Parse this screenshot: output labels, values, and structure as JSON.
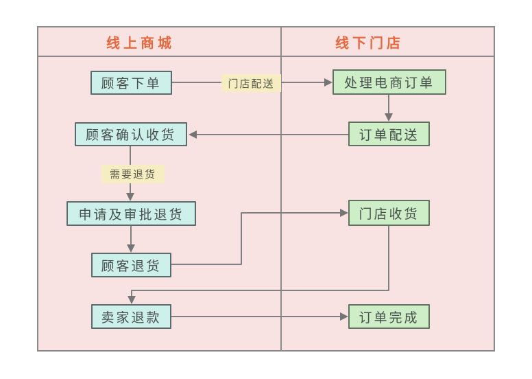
{
  "diagram": {
    "type": "flowchart",
    "lanes": [
      {
        "id": "online-mall",
        "label": "线上商城"
      },
      {
        "id": "offline-store",
        "label": "线下门店"
      }
    ],
    "nodes": {
      "place_order": {
        "label": "顾客下单",
        "lane": "线上商城"
      },
      "confirm_receipt": {
        "label": "顾客确认收货",
        "lane": "线上商城"
      },
      "apply_return": {
        "label": "申请及审批退货",
        "lane": "线上商城"
      },
      "customer_return": {
        "label": "顾客退货",
        "lane": "线上商城"
      },
      "seller_refund": {
        "label": "卖家退款",
        "lane": "线上商城"
      },
      "process_ecom_order": {
        "label": "处理电商订单",
        "lane": "线下门店"
      },
      "order_delivery": {
        "label": "订单配送",
        "lane": "线下门店"
      },
      "store_receive": {
        "label": "门店收货",
        "lane": "线下门店"
      },
      "order_complete": {
        "label": "订单完成",
        "lane": "线下门店"
      }
    },
    "edge_labels": {
      "store_delivery": {
        "label": "门店配送"
      },
      "need_return": {
        "label": "需要退货"
      }
    },
    "edges": [
      {
        "from": "顾客下单",
        "to": "处理电商订单",
        "label": "门店配送"
      },
      {
        "from": "处理电商订单",
        "to": "订单配送"
      },
      {
        "from": "订单配送",
        "to": "顾客确认收货"
      },
      {
        "from": "顾客确认收货",
        "to": "申请及审批退货",
        "label": "需要退货"
      },
      {
        "from": "申请及审批退货",
        "to": "顾客退货"
      },
      {
        "from": "顾客退货",
        "to": "门店收货"
      },
      {
        "from": "门店收货",
        "to": "卖家退款"
      },
      {
        "from": "卖家退款",
        "to": "订单完成"
      }
    ],
    "colors": {
      "lane_background": "#f9e3e2",
      "online_node_fill": "#cdf1ea",
      "offline_node_fill": "#cdeec6",
      "edge_label_fill": "#f7edc3",
      "header_text": "#e5683f",
      "node_text": "#474f4d",
      "connector": "#808080",
      "frame_border": "#8a8a8a"
    }
  }
}
